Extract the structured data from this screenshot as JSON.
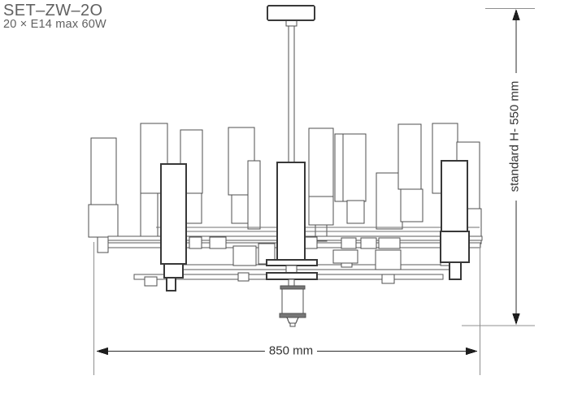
{
  "header": {
    "product_code": "SET–ZW–2O",
    "lamp_spec": "20 × E14 max 60W"
  },
  "dimensions": {
    "height_label": "standard H- 550 mm",
    "width_label": "850 mm",
    "standard_height_mm": 550,
    "width_mm": 850
  },
  "drawing": {
    "subject": "chandelier-front-elevation",
    "style": "technical-line-drawing",
    "colors": {
      "line": "#4f4f4f",
      "dimension_line": "#2b2b2b",
      "header_text": "#616161",
      "dimension_text": "#333333",
      "background": "#ffffff"
    }
  }
}
